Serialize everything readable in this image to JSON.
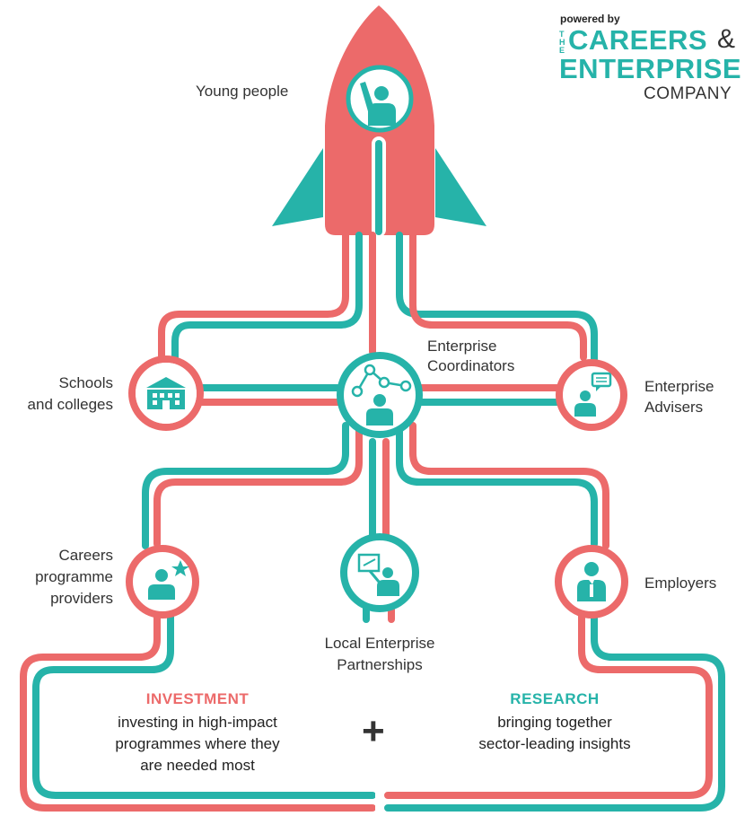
{
  "logo": {
    "powered_by": "powered by",
    "the_t": "T",
    "the_h": "H",
    "the_e": "E",
    "careers": "CAREERS",
    "ampersand": "&",
    "enterprise": "ENTERPRISE",
    "company": "COMPANY"
  },
  "nodes": {
    "young_people": "Young people",
    "enterprise_coordinators_1": "Enterprise",
    "enterprise_coordinators_2": "Coordinators",
    "schools_1": "Schools",
    "schools_2": "and colleges",
    "advisers_1": "Enterprise",
    "advisers_2": "Advisers",
    "providers_1": "Careers",
    "providers_2": "programme",
    "providers_3": "providers",
    "lep_1": "Local Enterprise",
    "lep_2": "Partnerships",
    "employers": "Employers"
  },
  "investment": {
    "heading": "INVESTMENT",
    "line1": "investing in high-impact",
    "line2": "programmes where they",
    "line3": "are needed most"
  },
  "research": {
    "heading": "RESEARCH",
    "line1": "bringing together",
    "line2": "sector-leading insights"
  },
  "plus": "+",
  "colors": {
    "red": "#ec6a6a",
    "teal": "#26b3a9",
    "dark": "#333333"
  }
}
